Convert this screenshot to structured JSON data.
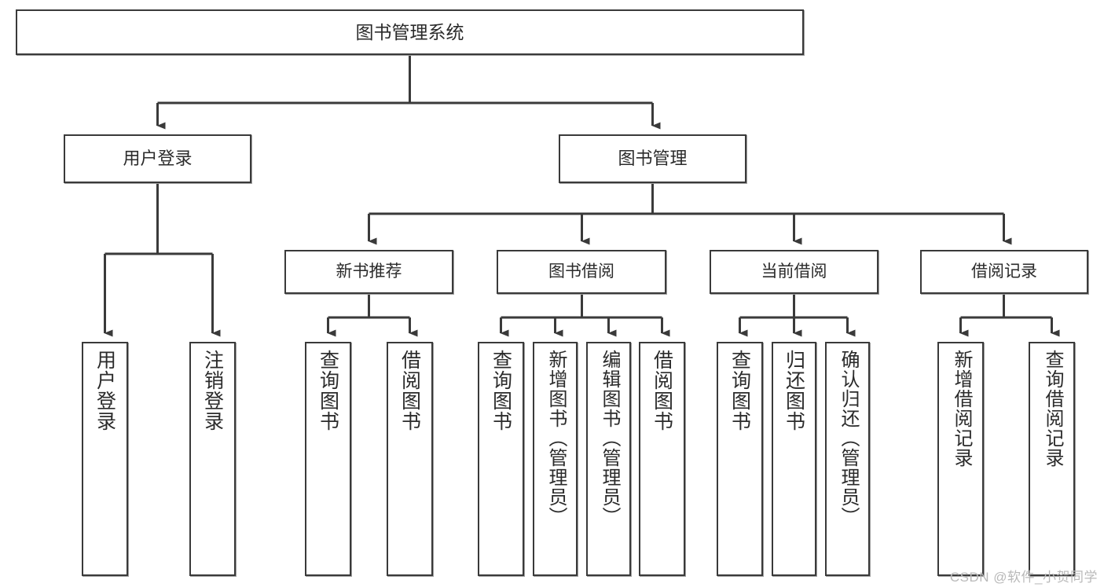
{
  "diagram": {
    "title": "图书管理系统",
    "type": "tree",
    "orientation": "top-down",
    "colors": {
      "node_border": "#3a3a3a",
      "node_fill": "#ffffff",
      "connector": "#3a3a3a",
      "text": "#2b2b2b",
      "watermark": "#b9b9b9",
      "background": "#ffffff"
    },
    "root": {
      "label": "图书管理系统"
    },
    "level2": [
      {
        "label": "用户登录"
      },
      {
        "label": "图书管理"
      }
    ],
    "level3": [
      {
        "label": "新书推荐"
      },
      {
        "label": "图书借阅"
      },
      {
        "label": "当前借阅"
      },
      {
        "label": "借阅记录"
      }
    ],
    "leaves": {
      "user_login": [
        {
          "label": "用户登录"
        },
        {
          "label": "注销登录"
        }
      ],
      "new_book_recommend": [
        {
          "label": "查询图书"
        },
        {
          "label": "借阅图书"
        }
      ],
      "book_borrow": [
        {
          "label": "查询图书"
        },
        {
          "label": "新增图书（管理员）"
        },
        {
          "label": "编辑图书（管理员）"
        },
        {
          "label": "借阅图书"
        }
      ],
      "current_borrow": [
        {
          "label": "查询图书"
        },
        {
          "label": "归还图书"
        },
        {
          "label": "确认归还（管理员）"
        }
      ],
      "borrow_record": [
        {
          "label": "新增借阅记录"
        },
        {
          "label": "查询借阅记录"
        }
      ]
    }
  },
  "watermark": {
    "text": "CSDN @软件_小贺同学"
  }
}
